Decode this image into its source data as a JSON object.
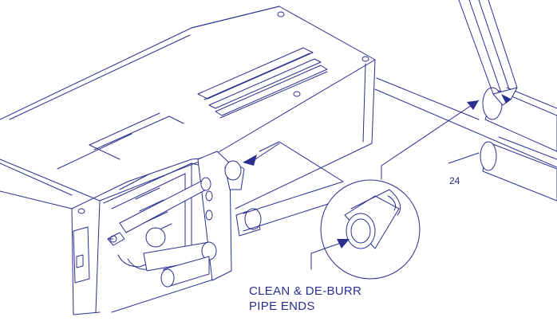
{
  "callout": {
    "line1": "CLEAN & DE-BURR",
    "line2": "PIPE ENDS"
  },
  "part_number": "24",
  "colors": {
    "line": "#2a2f8f",
    "background": "#ffffff"
  }
}
